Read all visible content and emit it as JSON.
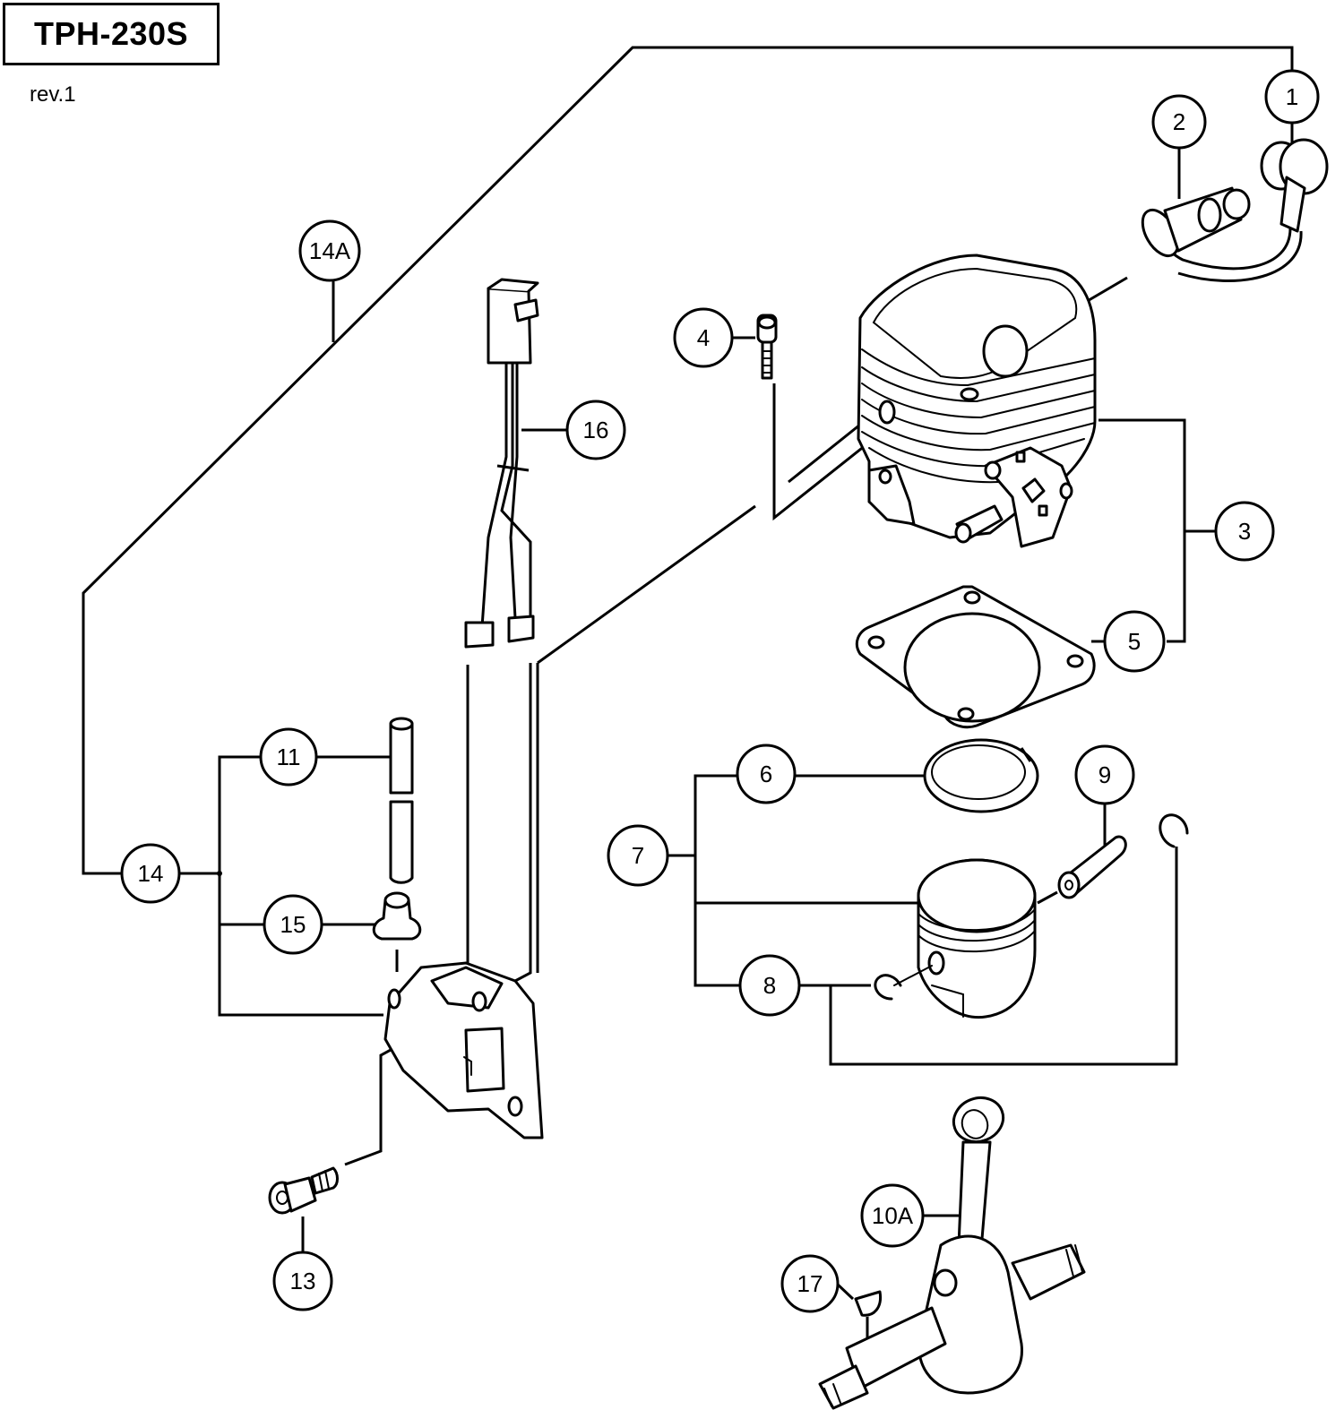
{
  "header": {
    "model": "TPH-230S",
    "revision": "rev.1"
  },
  "callouts": [
    {
      "id": "1",
      "label": "1",
      "part": "plug-cap"
    },
    {
      "id": "2",
      "label": "2",
      "part": "spark-plug"
    },
    {
      "id": "3",
      "label": "3",
      "part": "cylinder-assembly"
    },
    {
      "id": "4",
      "label": "4",
      "part": "socket-bolt"
    },
    {
      "id": "5",
      "label": "5",
      "part": "cylinder-gasket"
    },
    {
      "id": "6",
      "label": "6",
      "part": "piston-ring"
    },
    {
      "id": "7",
      "label": "7",
      "part": "piston-assembly"
    },
    {
      "id": "8",
      "label": "8",
      "part": "circlip"
    },
    {
      "id": "9",
      "label": "9",
      "part": "piston-pin"
    },
    {
      "id": "10A",
      "label": "10A",
      "part": "crankshaft-assembly"
    },
    {
      "id": "11",
      "label": "11",
      "part": "high-tension-cord"
    },
    {
      "id": "13",
      "label": "13",
      "part": "coil-bolt"
    },
    {
      "id": "14",
      "label": "14",
      "part": "ignition-coil-assembly"
    },
    {
      "id": "14A",
      "label": "14A",
      "part": "ignition-coil-set"
    },
    {
      "id": "15",
      "label": "15",
      "part": "cord-grommet"
    },
    {
      "id": "16",
      "label": "16",
      "part": "stop-switch-lead"
    },
    {
      "id": "17",
      "label": "17",
      "part": "woodruff-key"
    }
  ]
}
